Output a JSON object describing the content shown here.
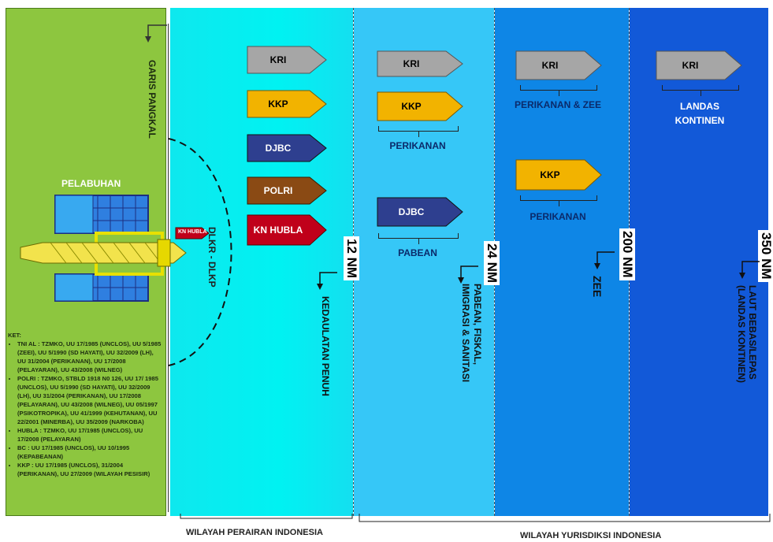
{
  "colors": {
    "land": "#8dc63f",
    "zone12": "#00f2f2",
    "zone24": "#36c7f7",
    "zone200": "#0e86e6",
    "zone350": "#1259d8",
    "kri": "#a6a6a6",
    "kkp": "#f2b300",
    "djbc": "#2e3f8f",
    "polri": "#8a4a14",
    "knhubla": "#c0001a"
  },
  "land": {
    "garis_pangkal": "GARIS PANGKAL",
    "pelabuhan": "PELABUHAN",
    "dlkr": "DLKR - DLKP",
    "ship_label": "KN HUBLA"
  },
  "zones": {
    "z12": {
      "tags": [
        "KRI",
        "KKP",
        "DJBC",
        "POLRI",
        "KN HUBLA"
      ],
      "nm": "12 NM",
      "note": "KEDAULATAN PENUH"
    },
    "z24": {
      "tags": [
        "KRI",
        "KKP",
        "DJBC"
      ],
      "perikanan": "PERIKANAN",
      "pabean": "PABEAN",
      "nm": "24 NM",
      "note1": "PABEAN, FISKAL,",
      "note2": "IMIGRASI & SANITASI"
    },
    "z200": {
      "tags": [
        "KRI",
        "KKP"
      ],
      "perikanan_zee": "PERIKANAN & ZEE",
      "perikanan": "PERIKANAN",
      "nm": "200 NM",
      "note": "ZEE"
    },
    "z350": {
      "tags": [
        "KRI"
      ],
      "landas1": "LANDAS",
      "landas2": "KONTINEN",
      "nm": "350 NM",
      "note1": "LAUT BEBAS/LEPAS",
      "note2": "(LANDAS KONTINEN)"
    }
  },
  "ket": {
    "title": "KET:",
    "items": [
      "TNI AL : TZMKO, UU 17/1985 (UNCLOS), UU 5/1985 (ZEEI), UU 5/1990 (SD HAYATI), UU 32/2009 (LH), UU 31/2004 (PERIKANAN), UU 17/2008 (PELAYARAN), UU 43/2008 (WILNEG)",
      "POLRI : TZMKO, STBLD 1918 N0 126, UU 17/ 1985 (UNCLOS), UU 5/1990 (SD HAYATI), UU 32/2009 (LH), UU 31/2004 (PERIKANAN), UU 17/2008 (PELAYARAN), UU 43/2008 (WILNEG), UU 05/1997 (PSIKOTROPIKA), UU 41/1999 (KEHUTANAN), UU 22/2001 (MINERBA), UU 35/2009 (NARKOBA)",
      "HUBLA : TZMKO, UU 17/1985 (UNCLOS), UU 17/2008 (PELAYARAN)",
      "BC : UU 17/1985 (UNCLOS), UU 10/1995 (KEPABEANAN)",
      "KKP : UU 17/1985 (UNCLOS), 31/2004 (PERIKANAN), UU 27/2009 (WILAYAH PESISIR)"
    ]
  },
  "bottom": {
    "perairan": "WILAYAH PERAIRAN INDONESIA",
    "yurisdiksi": "WILAYAH YURISDIKSI INDONESIA"
  }
}
